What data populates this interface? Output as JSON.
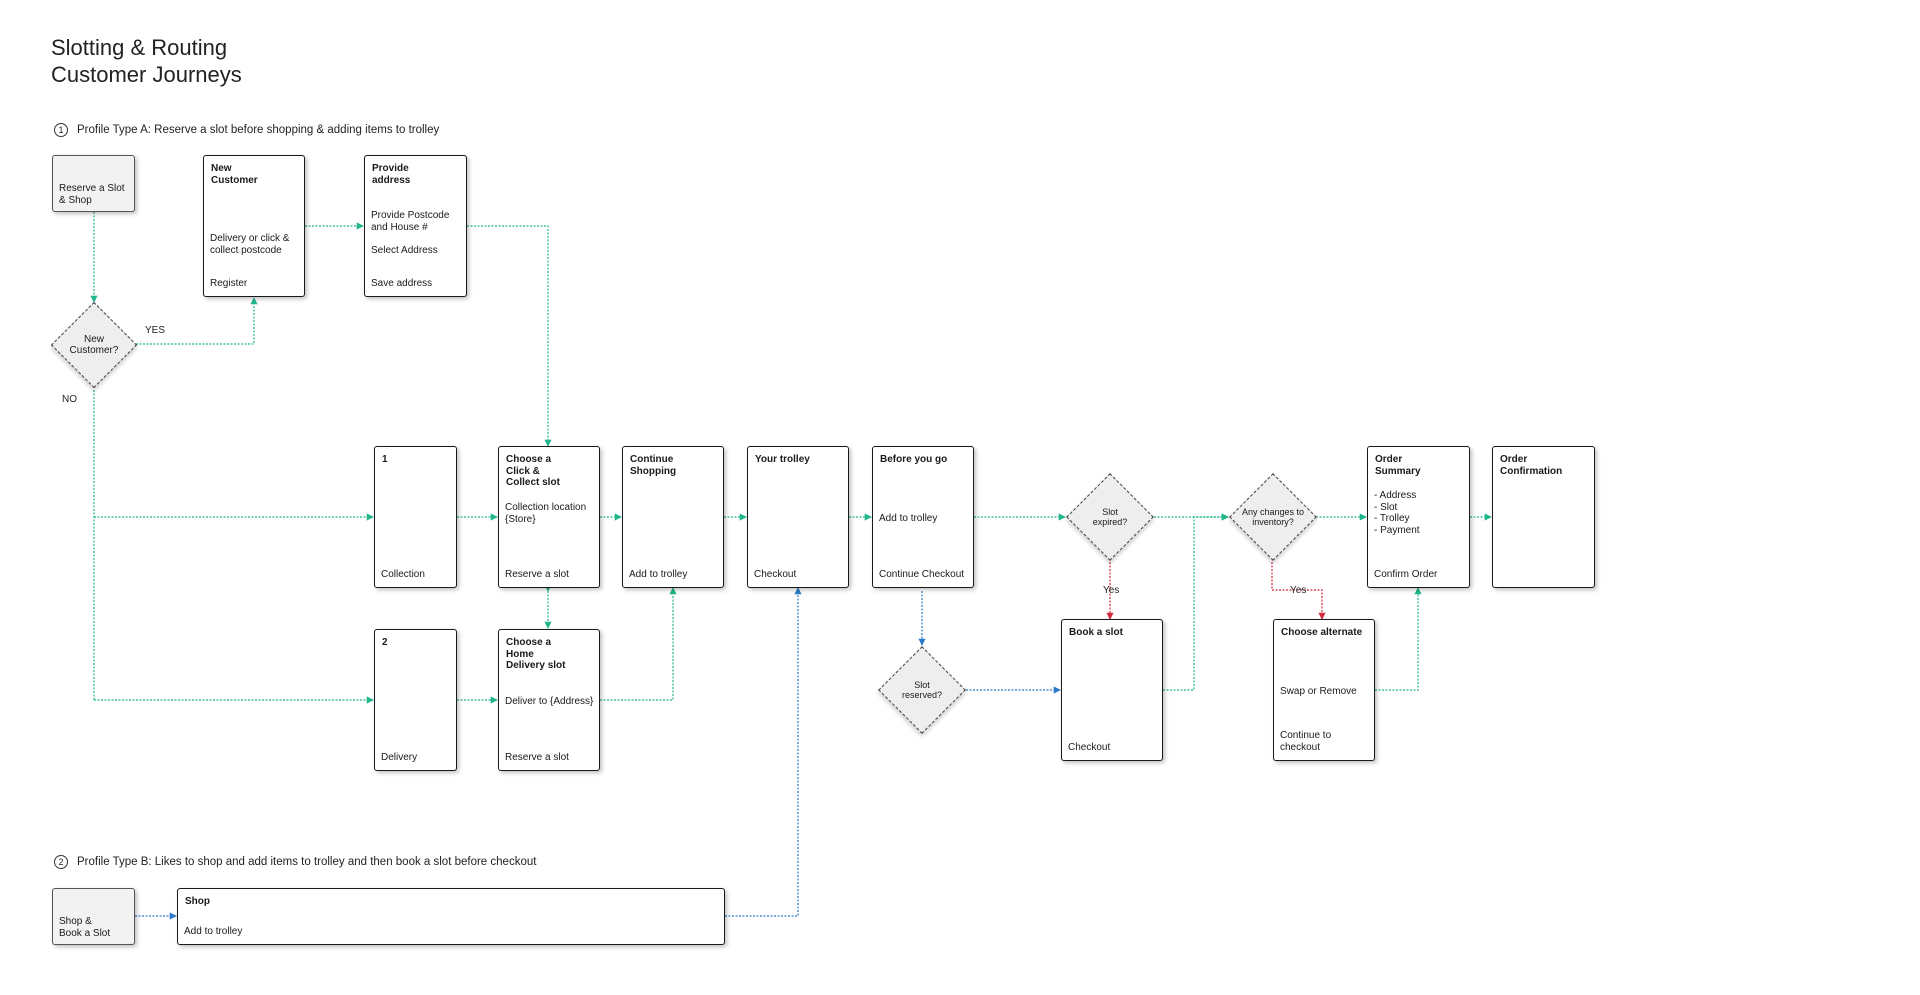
{
  "title_line1": "Slotting & Routing",
  "title_line2": "Customer Journeys",
  "section_a": {
    "num": "1",
    "text": "Profile Type A: Reserve a slot before shopping & adding items to trolley"
  },
  "section_b": {
    "num": "2",
    "text": "Profile Type B: Likes to shop and add items to trolley and then book a slot before checkout"
  },
  "colors": {
    "green": "#20b58b",
    "blue": "#2b79c9",
    "red": "#d6283a",
    "border": "#1a1a1a",
    "start_fill": "#f2f2f2",
    "diamond_fill": "#eeeeee"
  },
  "boxes": {
    "reserve_slot_shop": {
      "bottom": "Reserve a Slot\n& Shop"
    },
    "new_customer": {
      "title": "New\nCustomer",
      "mid": "Delivery or click &\ncollect postcode",
      "bottom": "Register"
    },
    "provide_address": {
      "title": "Provide\naddress",
      "mid": "Provide Postcode\nand House #\n\nSelect Address",
      "bottom": "Save address"
    },
    "collection": {
      "title": "1",
      "bottom": "Collection"
    },
    "click_collect": {
      "title": "Choose a\nClick &\nCollect slot",
      "mid": "Collection location\n{Store}",
      "bottom": "Reserve a slot"
    },
    "continue_shopping": {
      "title": "Continue\nShopping",
      "bottom": "Add to trolley"
    },
    "your_trolley": {
      "title": "Your trolley",
      "bottom": "Checkout"
    },
    "before_you_go": {
      "title": "Before you go",
      "mid": "Add to trolley",
      "bottom": "Continue Checkout"
    },
    "order_summary": {
      "title": "Order\nSummary",
      "mid": "- Address\n- Slot\n- Trolley\n- Payment",
      "bottom": "Confirm Order"
    },
    "order_confirmation": {
      "title": "Order\nConfirmation"
    },
    "delivery": {
      "title": "2",
      "bottom": "Delivery"
    },
    "home_delivery": {
      "title": "Choose a\nHome\nDelivery slot",
      "mid": "Deliver to {Address}",
      "bottom": "Reserve a slot"
    },
    "book_slot": {
      "title": "Book a slot",
      "bottom": "Checkout"
    },
    "choose_alternate": {
      "title": "Choose alternate",
      "mid": "Swap or Remove",
      "bottom": "Continue to\ncheckout"
    },
    "shop_book_slot": {
      "bottom": "Shop &\nBook a Slot"
    },
    "shop": {
      "title": "Shop",
      "bottom": "Add to trolley"
    }
  },
  "diamonds": {
    "new_customer": "New\nCustomer?",
    "slot_expired": "Slot\nexpired?",
    "inventory_changes": "Any changes to\ninventory?",
    "slot_reserved": "Slot\nreserved?"
  },
  "edge_labels": {
    "yes_new": "YES",
    "no_new": "NO",
    "yes_expired": "Yes",
    "yes_inventory": "Yes"
  }
}
